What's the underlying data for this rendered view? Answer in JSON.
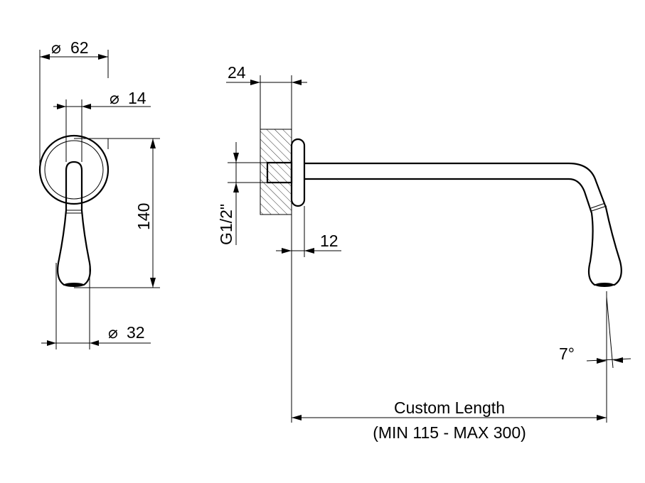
{
  "dimensions": {
    "flange_diameter": "62",
    "outlet_diameter": "14",
    "height": "140",
    "spout_diameter": "32",
    "plate_thickness": "24",
    "thread": "G1/2\"",
    "wall_offset": "12",
    "tilt_angle": "7°"
  },
  "diameter_symbol": "⌀",
  "length_label": "Custom Length",
  "length_range": "(MIN 115 - MAX 300)"
}
